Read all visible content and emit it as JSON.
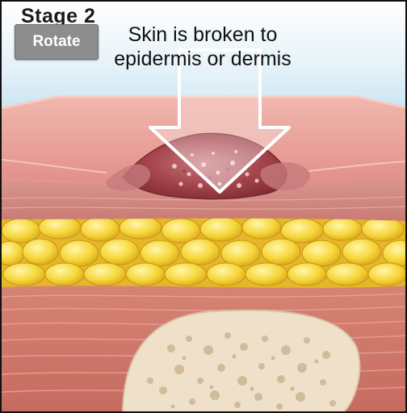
{
  "stage_title": "Stage 2",
  "toolbar": {
    "rotate_label": "Rotate"
  },
  "caption": {
    "line1": "Skin is broken to",
    "line2": "epidermis or dermis"
  }
}
